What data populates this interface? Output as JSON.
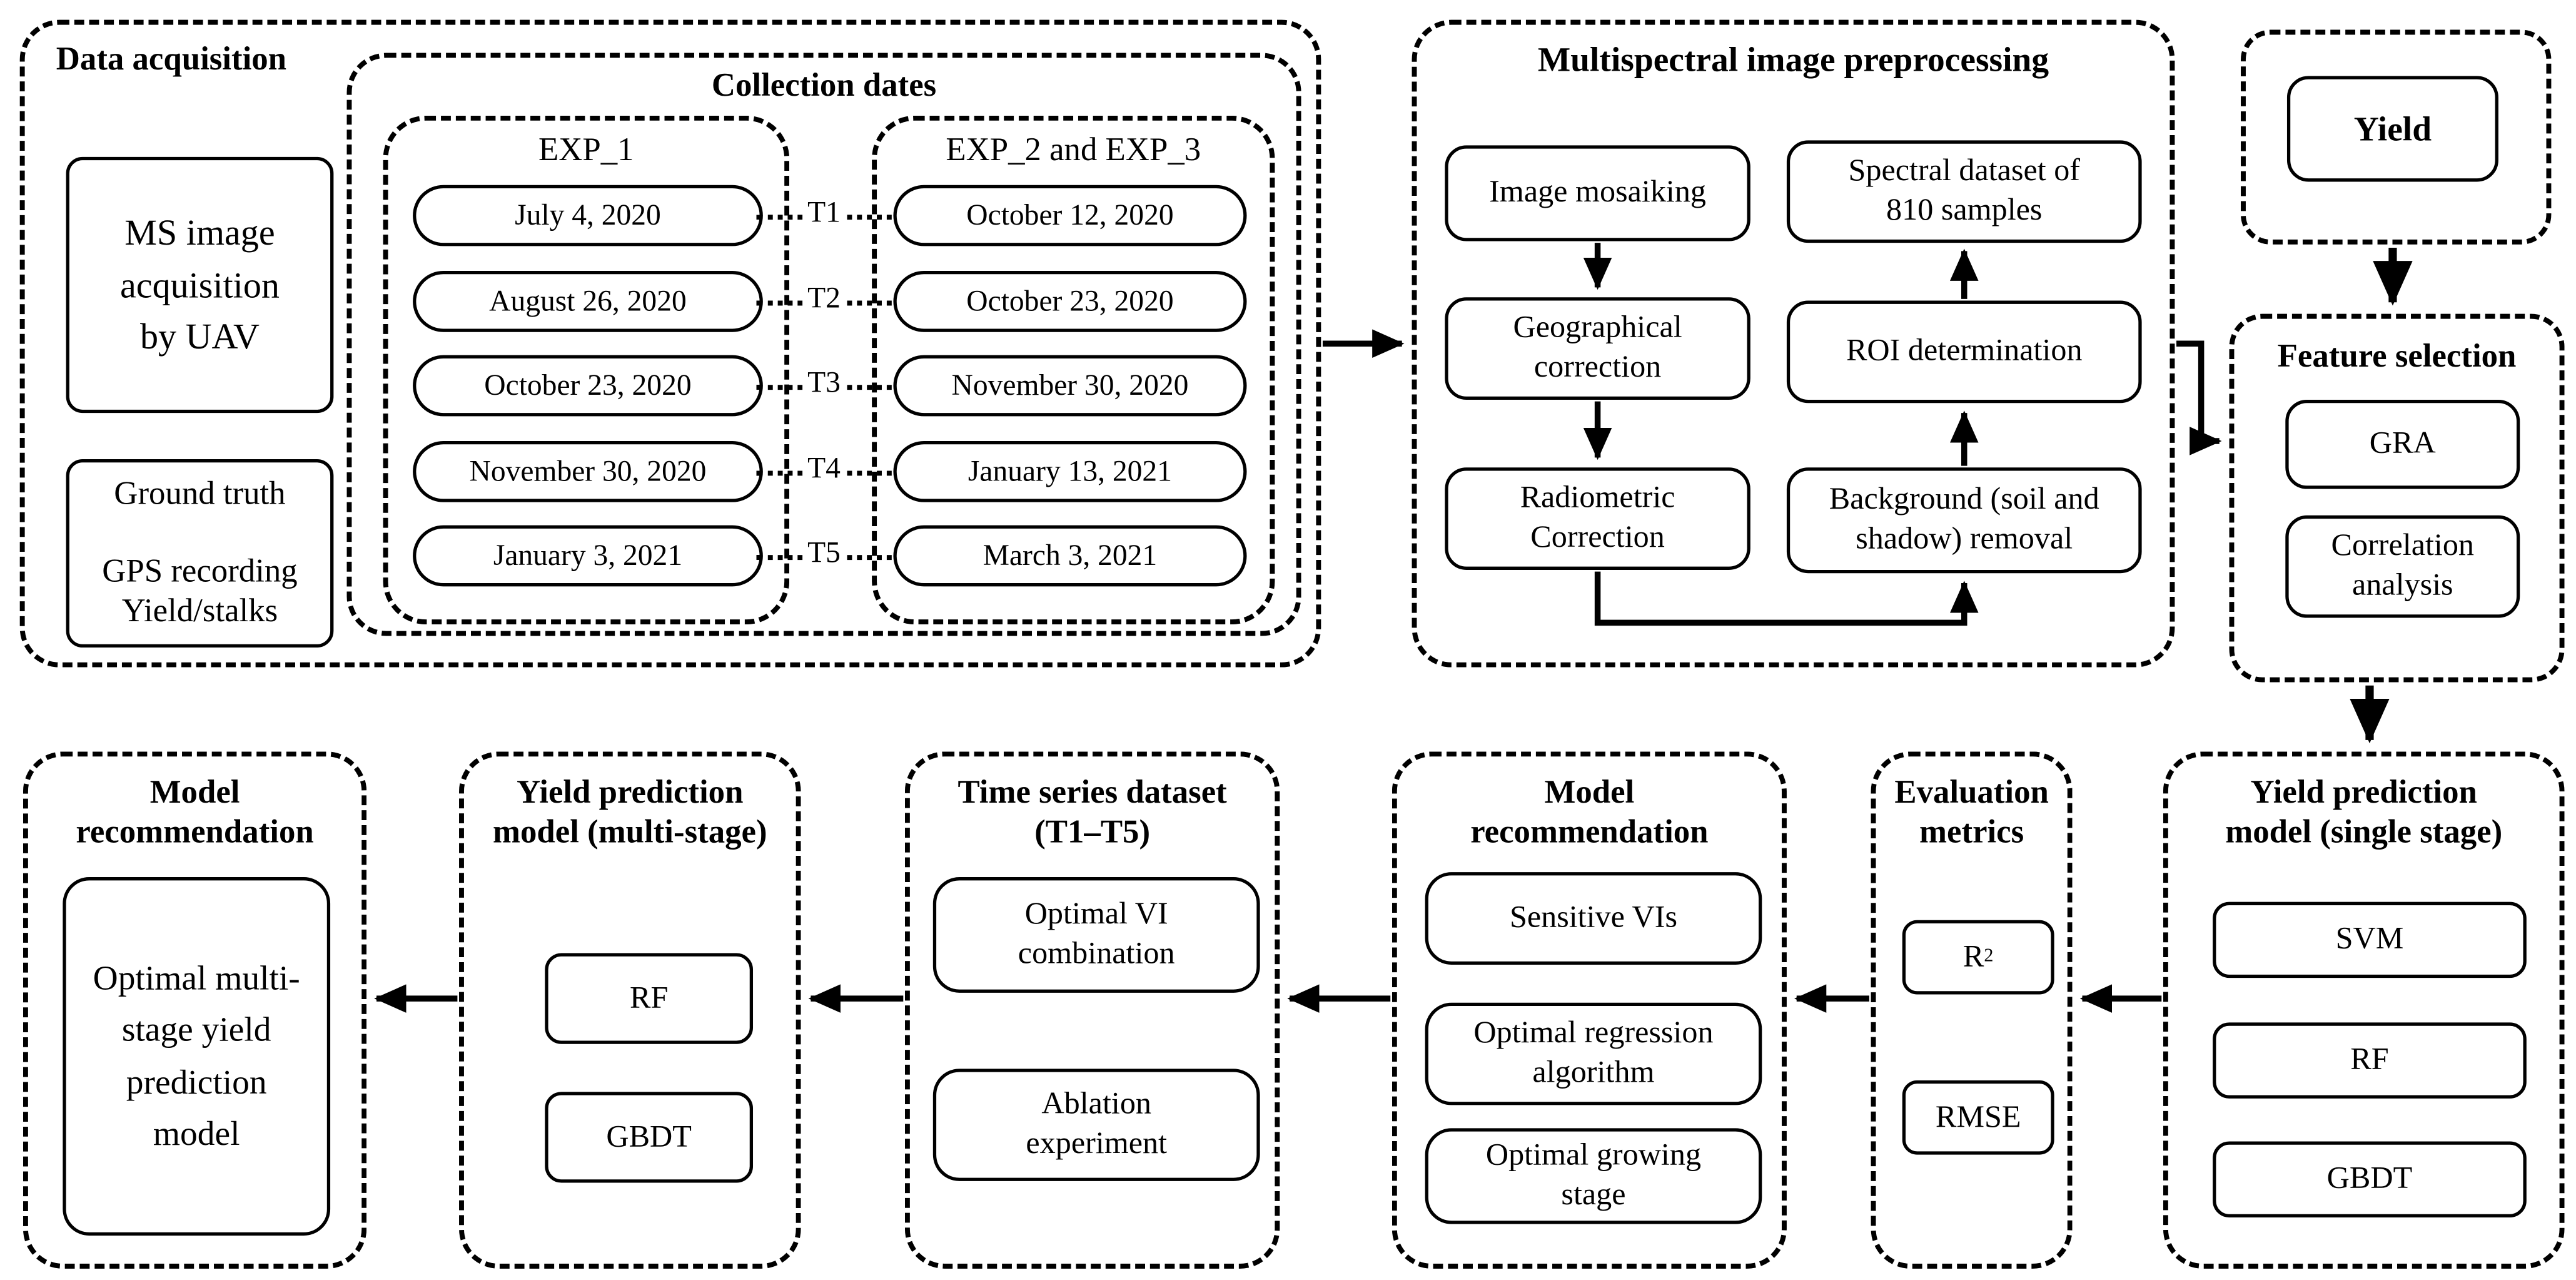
{
  "figure": {
    "data_acquisition": {
      "title": "Data acquisition",
      "ms_box": "MS image\nacquisition\nby UAV",
      "ground_box": "Ground truth\n\nGPS recording\nYield/stalks"
    },
    "collection_dates": {
      "title": "Collection dates",
      "exp1_title": "EXP_1",
      "exp23_title": "EXP_2 and EXP_3",
      "exp1_dates": [
        "July 4, 2020",
        "August 26, 2020",
        "October 23, 2020",
        "November 30, 2020",
        "January 3, 2021"
      ],
      "exp23_dates": [
        "October 12, 2020",
        "October 23, 2020",
        "November 30, 2020",
        "January 13, 2021",
        "March 3, 2021"
      ],
      "timepoints": [
        "T1",
        "T2",
        "T3",
        "T4",
        "T5"
      ]
    },
    "preprocessing": {
      "title": "Multispectral image preprocessing",
      "steps_left": [
        "Image mosaiking",
        "Geographical\ncorrection",
        "Radiometric\nCorrection"
      ],
      "steps_right": [
        "Spectral dataset of\n810 samples",
        "ROI determination",
        "Background (soil and\nshadow) removal"
      ]
    },
    "yield_box": {
      "label": "Yield"
    },
    "feature_selection": {
      "title": "Feature selection",
      "items": [
        "GRA",
        "Correlation\nanalysis"
      ]
    },
    "single_stage": {
      "title": "Yield prediction\nmodel (single stage)",
      "items": [
        "SVM",
        "RF",
        "GBDT"
      ]
    },
    "evaluation_metrics": {
      "title": "Evaluation\nmetrics",
      "r2_base": "R",
      "r2_sup": "2",
      "rmse": "RMSE"
    },
    "model_recommendation_mid": {
      "title": "Model\nrecommendation",
      "items": [
        "Sensitive VIs",
        "Optimal regression\nalgorithm",
        "Optimal growing\nstage"
      ]
    },
    "time_series": {
      "title": "Time series dataset\n(T1–T5)",
      "items": [
        "Optimal VI\ncombination",
        "Ablation\nexperiment"
      ]
    },
    "multi_stage": {
      "title": "Yield prediction\nmodel (multi-stage)",
      "items": [
        "RF",
        "GBDT"
      ]
    },
    "model_recommendation_left": {
      "title": "Model\nrecommendation",
      "item": "Optimal multi-\nstage yield\nprediction\nmodel"
    }
  }
}
